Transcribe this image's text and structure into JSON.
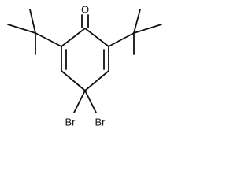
{
  "molecule": {
    "atoms": {
      "oxygen": "O",
      "bromine_left": "Br",
      "bromine_right": "Br"
    }
  }
}
